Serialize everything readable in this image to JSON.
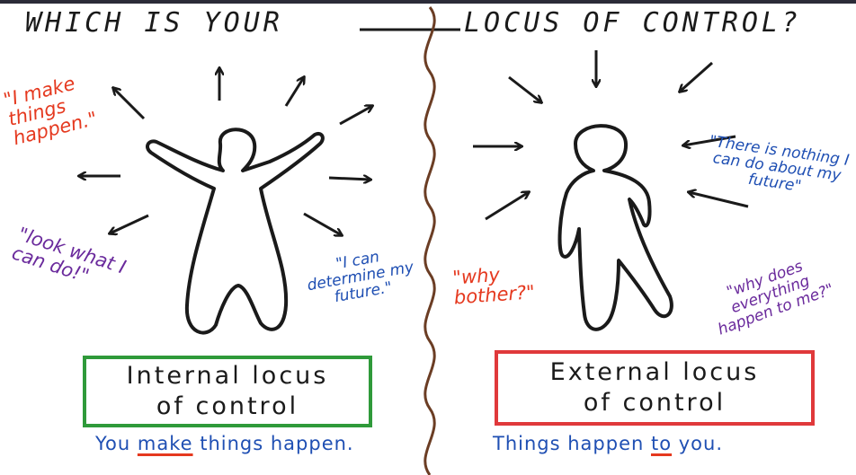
{
  "title": {
    "left": "WHICH IS YOUR",
    "right": "LOCUS OF CONTROL?"
  },
  "internal": {
    "quotes": {
      "q1": "\"I make things happen.\"",
      "q2": "\"look what I can do!\"",
      "q3": "\"I can determine my future.\""
    },
    "box_line1": "Internal locus",
    "box_line2": "of control",
    "tagline_prefix": "You ",
    "tagline_emph": "make",
    "tagline_suffix": " things happen.",
    "box_color": "#2f9a3a"
  },
  "external": {
    "quotes": {
      "q1": "\"There is nothing I can do about my future\"",
      "q2": "\"why bother?\"",
      "q3": "\"why does everything happen to me?\""
    },
    "box_line1": "External locus",
    "box_line2": "of control",
    "tagline_prefix": "Things happen ",
    "tagline_emph": "to",
    "tagline_suffix": " you.",
    "box_color": "#e0393b"
  },
  "colors": {
    "ink": "#1a1a1a",
    "divider": "#6b3d24",
    "red": "#e5391f",
    "blue": "#1f4fb3",
    "purple": "#6a2a9c"
  }
}
